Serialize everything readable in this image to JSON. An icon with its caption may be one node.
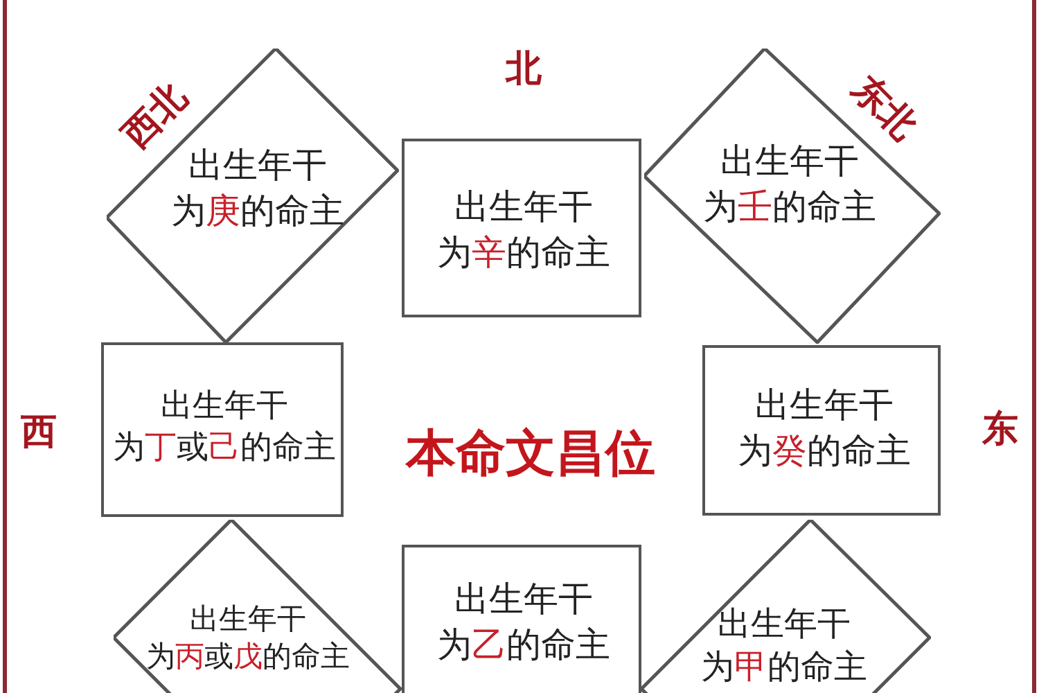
{
  "diagram": {
    "title": "本命文昌位",
    "nodes": [
      {
        "text": [
          "出生年干为**庚**的命主"
        ]
      },
      {
        "text": [
          "出生年干为**辛**的命主"
        ]
      },
      {
        "text": [
          "出生年干为**壬**的命主"
        ]
      },
      {
        "text": [
          "出生年干为**丁**或**己**的命主"
        ]
      },
      {
        "text": [
          "出生年干为**癸**的命主"
        ]
      },
      {
        "text": [
          "出生年干为**丙**或**戊**的命主"
        ]
      },
      {
        "text": [
          "出生年干为**乙**的命主"
        ]
      },
      {
        "text": [
          "出生年干为**甲**的命主"
        ]
      }
    ],
    "labels": [
      "西北",
      "北",
      "东北",
      "西",
      "东"
    ]
  }
}
